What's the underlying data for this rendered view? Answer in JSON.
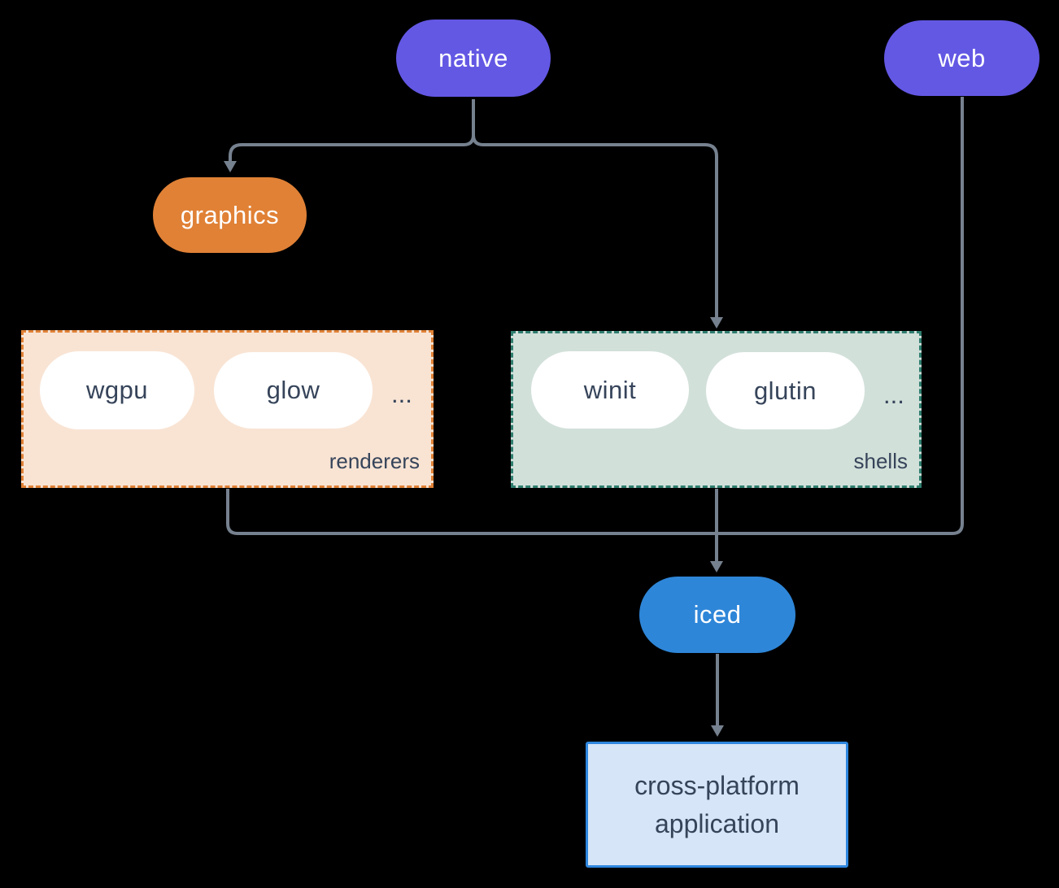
{
  "diagram": {
    "nodes": {
      "native": {
        "label": "native",
        "color": "#6358E4"
      },
      "web": {
        "label": "web",
        "color": "#6358E4"
      },
      "graphics": {
        "label": "graphics",
        "color": "#E08136"
      },
      "wgpu": {
        "label": "wgpu"
      },
      "glow": {
        "label": "glow"
      },
      "winit": {
        "label": "winit"
      },
      "glutin": {
        "label": "glutin"
      },
      "iced": {
        "label": "iced",
        "color": "#2E86D8"
      },
      "application": {
        "label": "cross-platform application",
        "fill": "#D6E5F7",
        "border": "#2E86DE"
      }
    },
    "groups": {
      "renderers": {
        "label": "renderers",
        "ellipsis": "...",
        "fill": "#F9E4D4",
        "border": "#E08136"
      },
      "shells": {
        "label": "shells",
        "ellipsis": "...",
        "fill": "#D2E0DA",
        "border": "#2F7E6F"
      }
    },
    "colors": {
      "connector": "#76818F",
      "text_dark": "#36445A",
      "pill_text": "#FFFFFF",
      "background": "#000000"
    }
  }
}
